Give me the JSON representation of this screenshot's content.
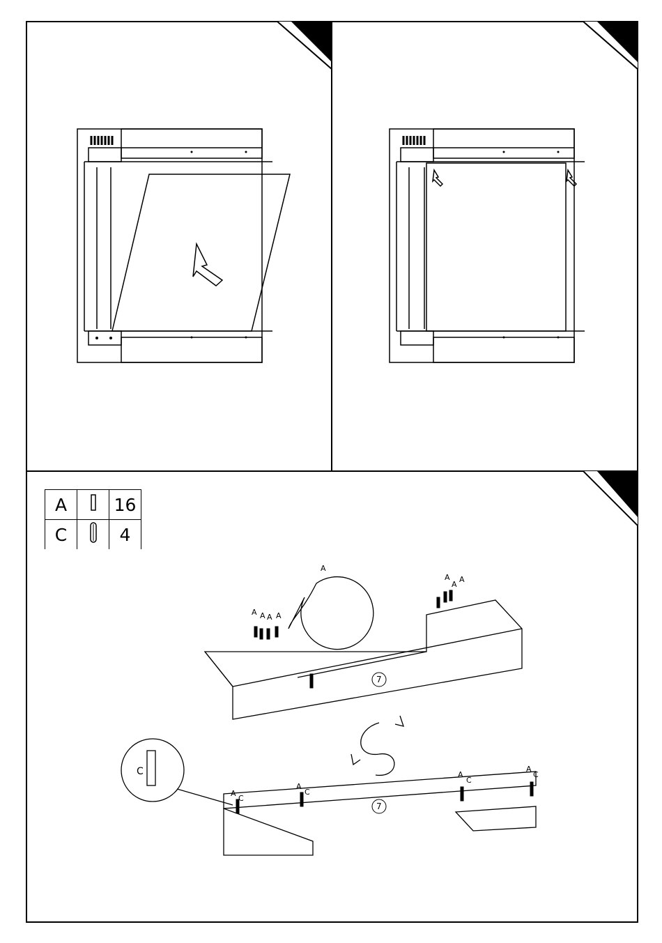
{
  "parts_table": {
    "rows": [
      {
        "letter": "A",
        "icon": "dowel-icon",
        "qty": "16"
      },
      {
        "letter": "C",
        "icon": "cam-bolt-icon",
        "qty": "4"
      }
    ]
  },
  "labels": {
    "part_a": "A",
    "part_c": "C",
    "panel_number": "7"
  }
}
